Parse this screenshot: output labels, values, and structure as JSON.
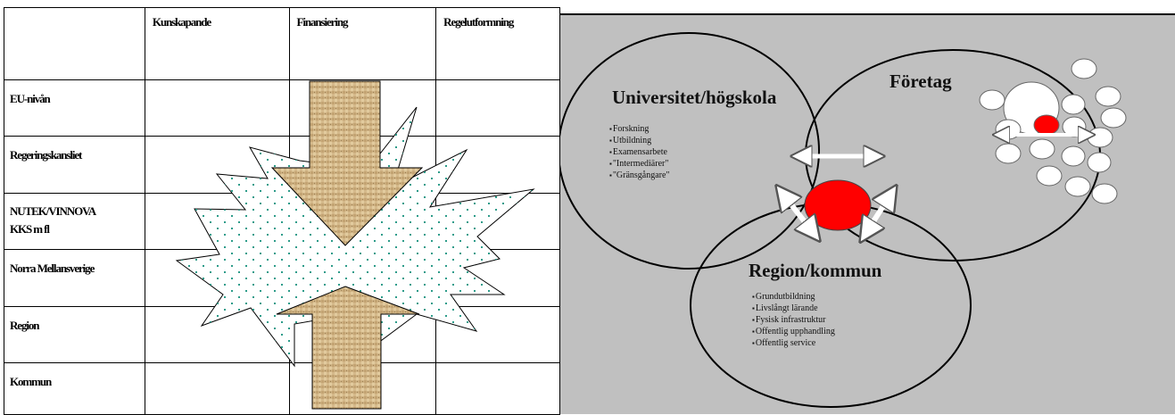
{
  "matrix": {
    "columns": [
      "",
      "Kunskapande",
      "Finansiering",
      "Regelutformning"
    ],
    "rows": [
      {
        "label": "EU-nivån"
      },
      {
        "label": "Regeringskansliet"
      },
      {
        "label": "NUTEK/VINNOVA\nKKS m fl"
      },
      {
        "label": "Norra Mellansverige"
      },
      {
        "label": "Region"
      },
      {
        "label": "Kommun"
      }
    ],
    "colors": {
      "arrow_fill": "#d2b586",
      "arrow_texture": "#b89a6a",
      "star_dots": "#2e9c8a",
      "border": "#000000"
    }
  },
  "venn": {
    "background": "#c0c0c0",
    "circles": [
      {
        "title": "Universitet/högskola",
        "items": [
          "Forskning",
          "Utbildning",
          "Examensarbete",
          "\"Intermediärer\"",
          "\"Gränsgångare\""
        ]
      },
      {
        "title": "Företag",
        "items": []
      },
      {
        "title": "Region/kommun",
        "items": [
          "Grundutbildning",
          "Livslångt lärande",
          "Fysisk infrastruktur",
          "Offentlig upphandling",
          "Offentlig service"
        ]
      }
    ],
    "colors": {
      "center": "#ff0000",
      "small_circles": "#ffffff",
      "outline": "#000000"
    }
  }
}
